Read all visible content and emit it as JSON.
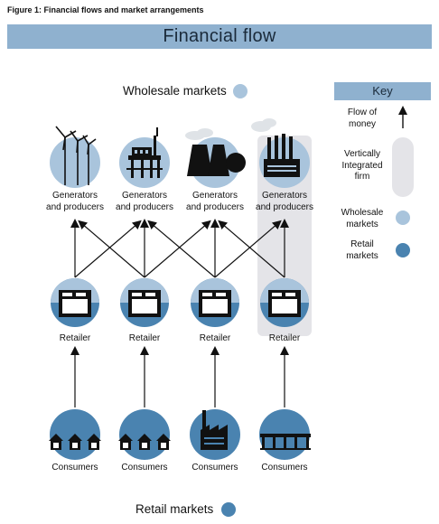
{
  "figure_title": "Figure 1: Financial flows and market arrangements",
  "banner_title": "Financial flow",
  "wholesale_markets_label": "Wholesale markets",
  "retail_markets_label": "Retail markets",
  "generators": [
    {
      "label": "Generators\nand producers",
      "icon": "wind-turbines-icon"
    },
    {
      "label": "Generators\nand producers",
      "icon": "offshore-platform-icon"
    },
    {
      "label": "Generators\nand producers",
      "icon": "cooling-towers-icon"
    },
    {
      "label": "Generators\nand producers",
      "icon": "power-plant-icon"
    }
  ],
  "retailers": [
    {
      "label": "Retailer",
      "icon": "retail-office-icon"
    },
    {
      "label": "Retailer",
      "icon": "retail-office-icon"
    },
    {
      "label": "Retailer",
      "icon": "retail-office-icon"
    },
    {
      "label": "Retailer",
      "icon": "retail-office-icon"
    }
  ],
  "consumers": [
    {
      "label": "Consumers",
      "icon": "houses-icon"
    },
    {
      "label": "Consumers",
      "icon": "houses-icon"
    },
    {
      "label": "Consumers",
      "icon": "factory-icon"
    },
    {
      "label": "Consumers",
      "icon": "shop-icon"
    }
  ],
  "key": {
    "title": "Key",
    "items": [
      {
        "label": "Flow of\nmoney",
        "symbol": "arrow-up-icon"
      },
      {
        "label": "Vertically\nIntegrated\nfirm",
        "symbol": "grey-bar"
      },
      {
        "label": "Wholesale\nmarkets",
        "symbol": "light-circle"
      },
      {
        "label": "Retail\nmarkets",
        "symbol": "dark-circle"
      }
    ]
  },
  "colors": {
    "banner": "#8fb1cf",
    "wholesale_circle": "#a9c4dc",
    "retail_circle": "#4a83b0",
    "vertically_integrated": "#e4e4e8",
    "arrow": "#111111"
  }
}
